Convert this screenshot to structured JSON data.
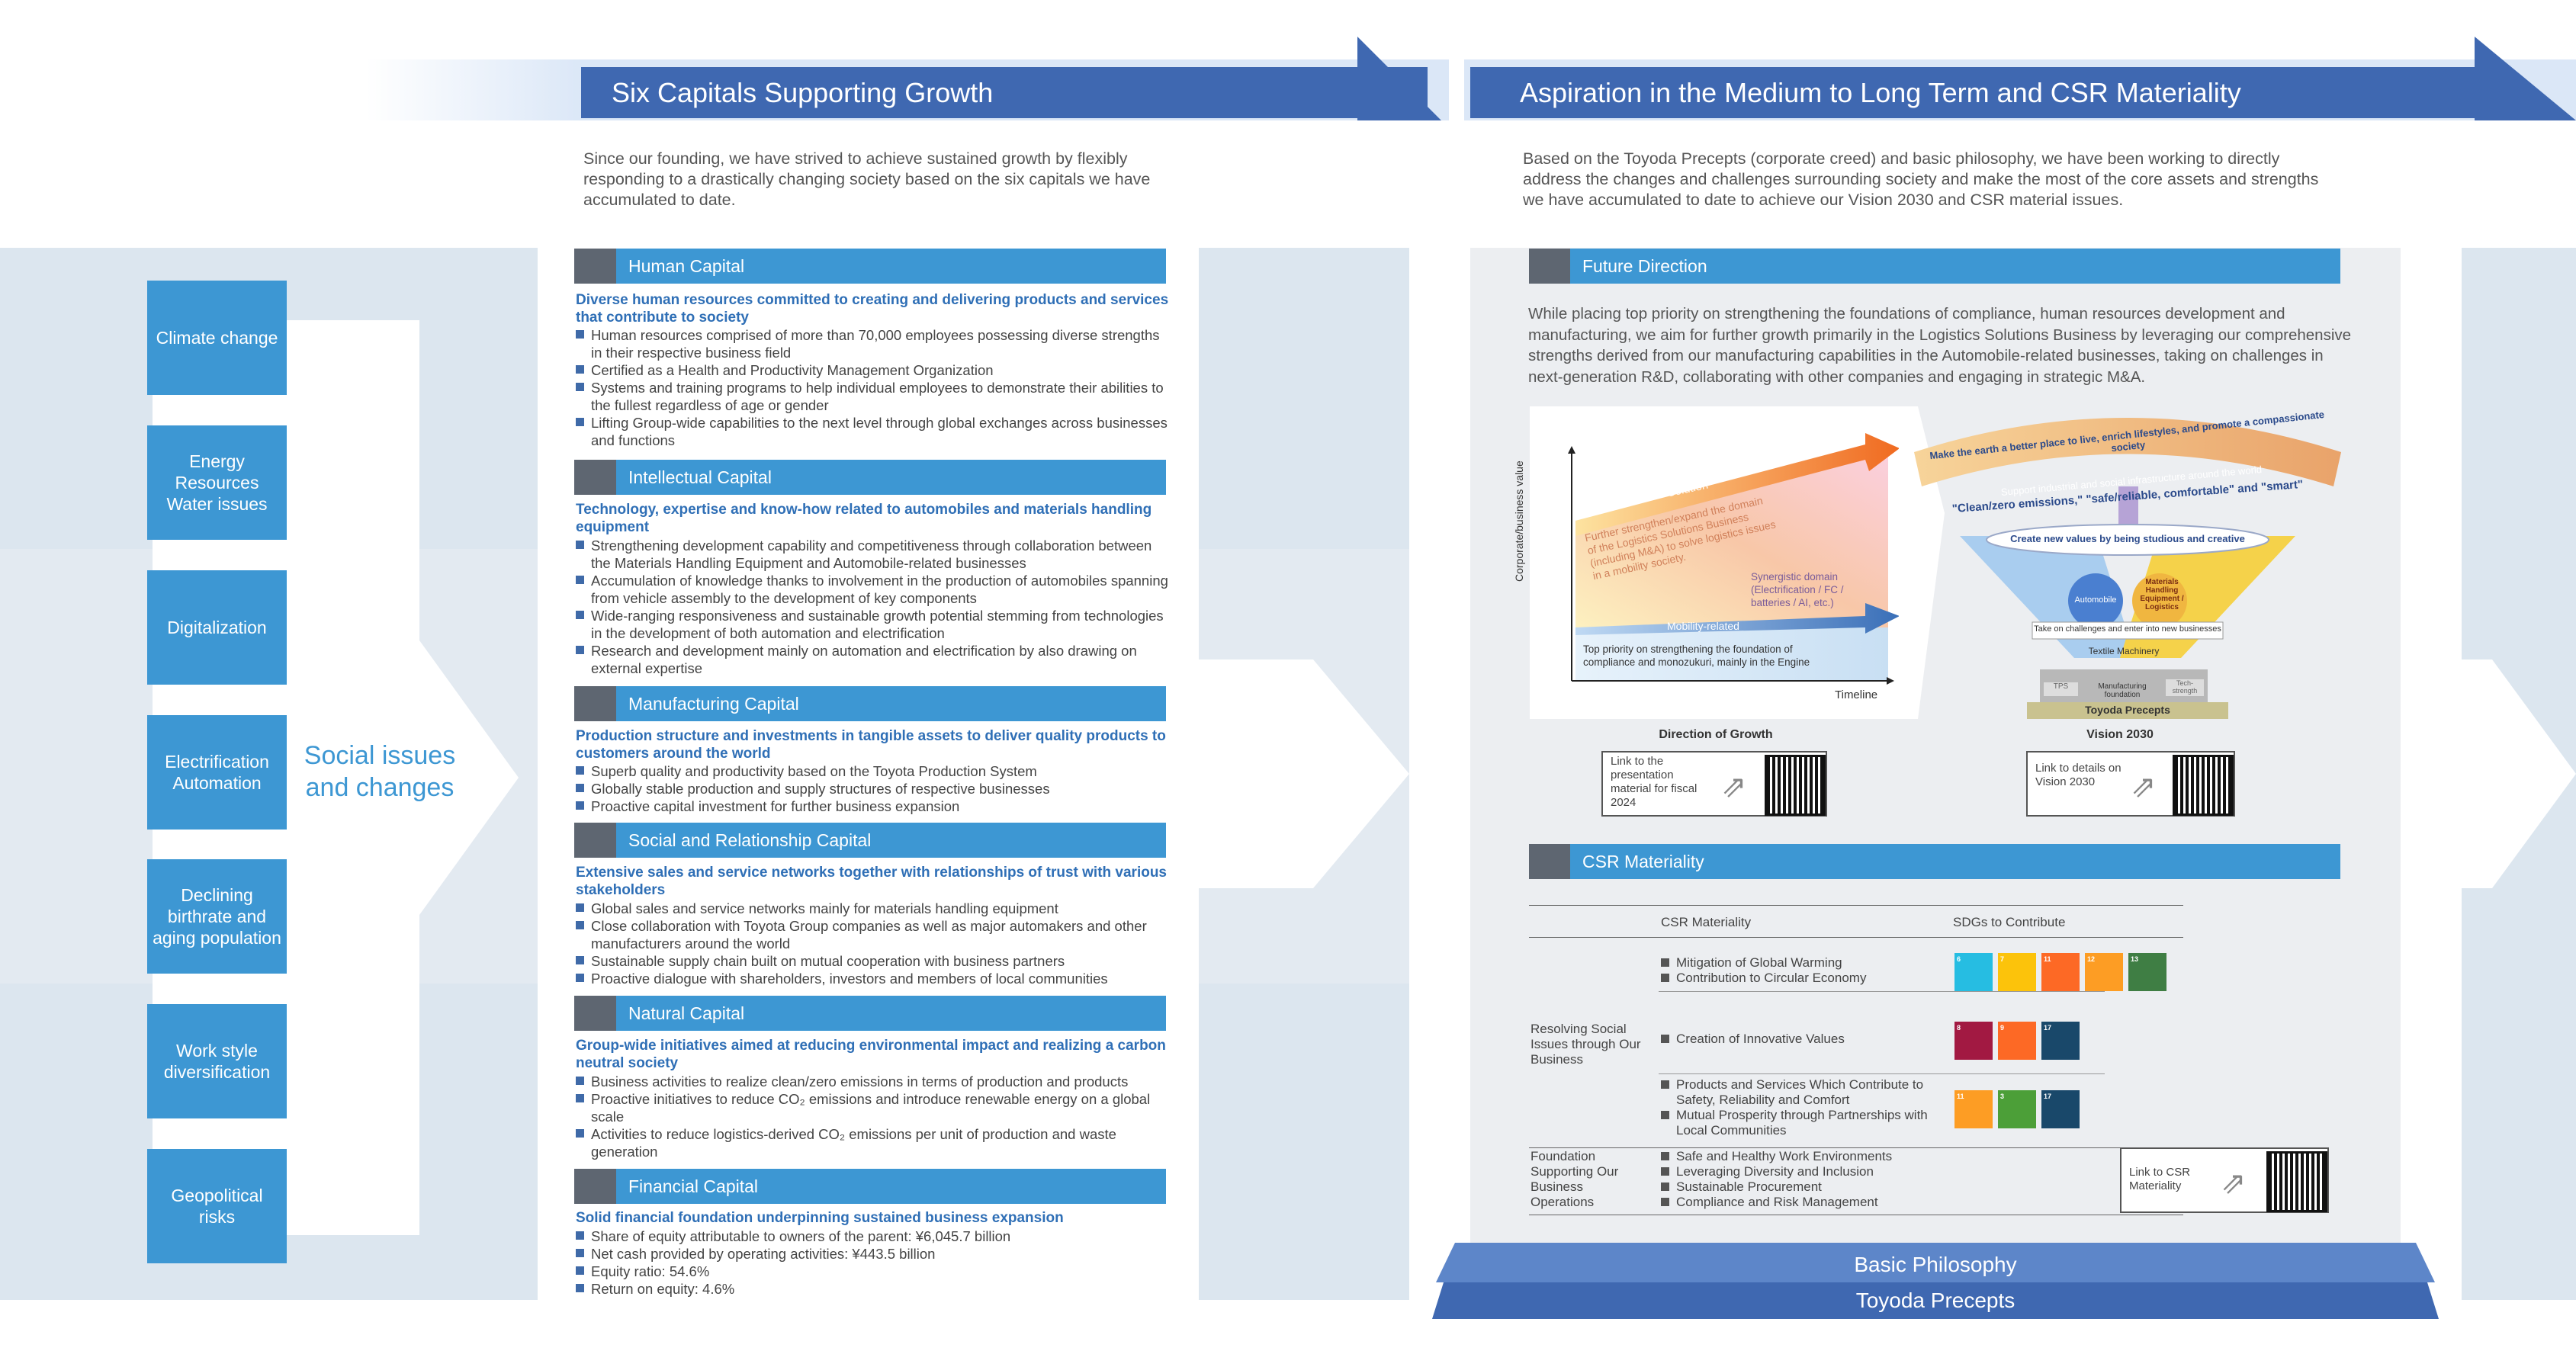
{
  "left_section": {
    "title": "Six Capitals Supporting Growth",
    "intro": "Since our founding, we have strived to achieve sustained growth by flexibly responding to a drastically changing society based on the six capitals we have accumulated to date.",
    "issues_label": "Social issues and changes",
    "issues": [
      "Climate change",
      "Energy Resources Water issues",
      "Digitalization",
      "Electrification Automation",
      "Declining birthrate and aging population",
      "Work style diversification",
      "Geopolitical risks"
    ]
  },
  "capitals": [
    {
      "title": "Human Capital",
      "subtitle": "Diverse human resources committed to creating and delivering products and services that contribute to society",
      "bullets": [
        "Human resources comprised of more than 70,000 employees possessing diverse strengths in their respective business field",
        "Certified as a Health and Productivity Management Organization",
        "Systems and training programs to help individual employees to demonstrate their abilities to the fullest regardless of age or gender",
        "Lifting Group-wide capabilities to the next level through global exchanges across businesses and functions"
      ]
    },
    {
      "title": "Intellectual Capital",
      "subtitle": "Technology, expertise and know-how related to automobiles and materials handling equipment",
      "bullets": [
        "Strengthening development capability and competitiveness through collaboration between the Materials Handling Equipment and Automobile-related businesses",
        "Accumulation of knowledge thanks to involvement in the production of automobiles spanning from vehicle assembly to the development of key components",
        "Wide-ranging responsiveness and sustainable growth potential stemming from technologies in the development of both automation and electrification",
        "Research and development mainly on automation and electrification by also drawing on external expertise"
      ]
    },
    {
      "title": "Manufacturing Capital",
      "subtitle": "Production structure and investments in tangible assets to deliver quality products to customers around the world",
      "bullets": [
        "Superb quality and productivity based on the Toyota Production System",
        "Globally stable production and supply structures of respective businesses",
        "Proactive capital investment for further business expansion"
      ]
    },
    {
      "title": "Social and Relationship Capital",
      "subtitle": "Extensive sales and service networks together with relationships of trust with various stakeholders",
      "bullets": [
        "Global sales and service networks mainly for materials handling equipment",
        "Close collaboration with Toyota Group companies as well as major automakers and other manufacturers around the world",
        "Sustainable supply chain built on mutual cooperation with business partners",
        "Proactive dialogue with shareholders, investors and members of local communities"
      ]
    },
    {
      "title": "Natural Capital",
      "subtitle": "Group-wide initiatives aimed at reducing environmental impact and realizing a carbon neutral society",
      "bullets": [
        "Business activities to realize clean/zero emissions in terms of production and products",
        "Proactive initiatives to reduce CO₂ emissions and introduce renewable energy on a global scale",
        "Activities to reduce logistics-derived CO₂ emissions per unit of production and waste generation"
      ]
    },
    {
      "title": "Financial Capital",
      "subtitle": "Solid financial foundation underpinning sustained business expansion",
      "bullets": [
        "Share of equity attributable to owners of the parent: ¥6,045.7 billion",
        "Net cash provided by operating activities: ¥443.5 billion",
        "Equity ratio: 54.6%",
        "Return on equity: 4.6%"
      ]
    }
  ],
  "right_section": {
    "title": "Aspiration in the Medium to Long Term and CSR Materiality",
    "intro": "Based on the Toyoda Precepts (corporate creed) and basic philosophy, we have been working to directly address the changes and challenges surrounding society and make the most of the core assets and strengths we have accumulated to date to achieve our Vision 2030 and CSR material issues.",
    "future_title": "Future Direction",
    "future_text": "While placing top priority on strengthening the foundations of compliance, human resources development and manufacturing, we aim for further growth primarily in the Logistics Solutions Business by leveraging our comprehensive strengths derived from our manufacturing capabilities in the Automobile-related businesses, taking on challenges in next-generation R&D, collaborating with other companies and engaging in strategic M&A.",
    "growth_chart": {
      "ylabel": "Corporate/business value",
      "xlabel": "Timeline",
      "solution_label": "Solution",
      "solution_text": "Further strengthen/expand the domain of the Logistics Solutions Business (including M&A) to solve logistics issues in a mobility society.",
      "synergy_text": "Synergistic domain (Electrification / FC / batteries / AI, etc.)",
      "mobility_label": "Mobility-related",
      "base_text": "Top priority on strengthening the foundation of compliance and monozukuri, mainly in the Engine",
      "caption": "Direction of Growth"
    },
    "vision": {
      "arc": "Make the earth a better place to live, enrich lifestyles, and promote a compassionate society",
      "support": "Support industrial and social infrastructure around the world",
      "slogan": "\"Clean/zero emissions,\" \"safe/reliable, comfortable\" and \"smart\"",
      "create": "Create new values by being studious and creative",
      "automobile": "Automobile",
      "materials": "Materials Handling Equipment / Logistics",
      "challenge": "Take on challenges and enter into new businesses",
      "textile": "Textile Machinery",
      "tps": "TPS",
      "foundation": "Manufacturing foundation",
      "tech": "Tech-strength",
      "precepts": "Toyoda Precepts",
      "caption": "Vision 2030"
    },
    "links": {
      "growth": "Link to the presentation material for fiscal 2024",
      "vision": "Link to details on Vision 2030",
      "csr": "Link to CSR Materiality"
    },
    "csr_title": "CSR Materiality",
    "csr_table": {
      "col1": "CSR Materiality",
      "col2": "SDGs to Contribute",
      "group1": "Resolving Social Issues through Our Business",
      "group2": "Foundation Supporting Our Business Operations",
      "rows1": [
        "Mitigation of Global Warming",
        "Contribution to Circular Economy"
      ],
      "rows2": [
        "Creation of Innovative Values"
      ],
      "rows3": [
        "Products and Services Which Contribute to Safety, Reliability and Comfort",
        "Mutual Prosperity through Partnerships with Local Communities"
      ],
      "rows4": [
        "Safe and Healthy Work Environments",
        "Leveraging Diversity and Inclusion",
        "Sustainable Procurement",
        "Compliance and Risk Management"
      ]
    },
    "footer1": "Basic Philosophy",
    "footer2": "Toyoda Precepts"
  },
  "colors": {
    "header": "#3f68b1",
    "cap": "#3d97d3",
    "tab": "#5e6671",
    "band": "#dce6ef"
  }
}
